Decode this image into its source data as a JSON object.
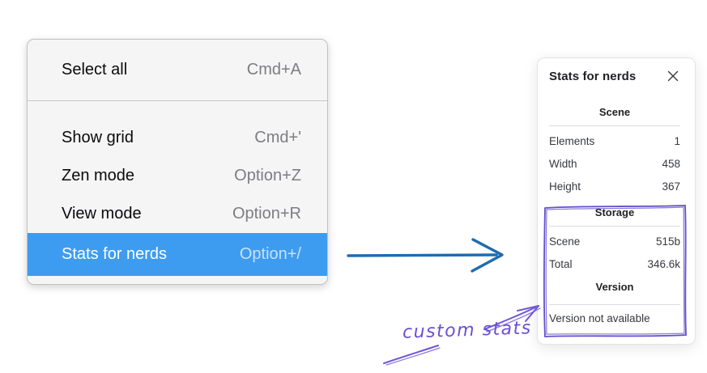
{
  "context_menu": {
    "groups": [
      {
        "items": [
          {
            "label": "Select all",
            "shortcut": "Cmd+A"
          }
        ]
      },
      {
        "items": [
          {
            "label": "Show grid",
            "shortcut": "Cmd+'"
          },
          {
            "label": "Zen mode",
            "shortcut": "Option+Z"
          },
          {
            "label": "View mode",
            "shortcut": "Option+R"
          },
          {
            "label": "Stats for nerds",
            "shortcut": "Option+/",
            "highlighted": true
          }
        ]
      }
    ],
    "highlight_color": "#3e9cf0"
  },
  "stats_panel": {
    "title": "Stats for nerds",
    "close_icon": "x-icon",
    "sections": [
      {
        "heading": "Scene",
        "rows": [
          {
            "label": "Elements",
            "value": "1"
          },
          {
            "label": "Width",
            "value": "458"
          },
          {
            "label": "Height",
            "value": "367"
          }
        ]
      },
      {
        "heading": "Storage",
        "rows": [
          {
            "label": "Scene",
            "value": "515b"
          },
          {
            "label": "Total",
            "value": "346.6k"
          }
        ]
      },
      {
        "heading": "Version",
        "note": "Version not available"
      }
    ]
  },
  "annotation": {
    "label": "custom stats",
    "color": "#6b4fd8"
  },
  "arrows": {
    "menu_to_panel_color": "#1e6bb0",
    "sketch_color": "#6450cc"
  }
}
